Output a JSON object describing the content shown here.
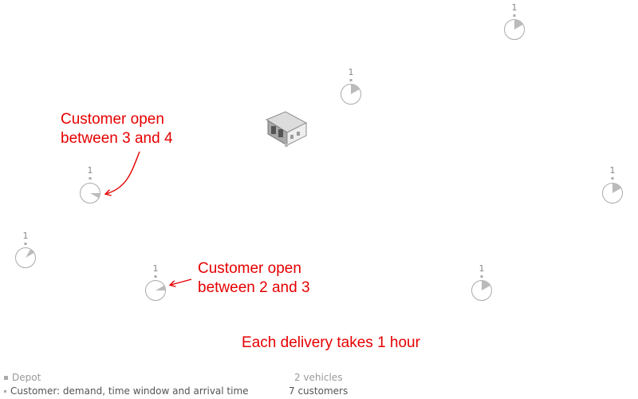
{
  "colors": {
    "annotation": "#e60000",
    "customer_fill": "#ffffff",
    "customer_stroke": "#aaaaaa",
    "window_fill": "#bbbbbb",
    "label": "#888888"
  },
  "icons": {
    "depot": "warehouse-icon",
    "customer": "clock-pie-icon"
  },
  "customers": [
    {
      "id": "c1",
      "demand": "1",
      "window_start_hour": 0,
      "window_end_hour": 2
    },
    {
      "id": "c2",
      "demand": "1",
      "window_start_hour": 0,
      "window_end_hour": 2
    },
    {
      "id": "c3",
      "demand": "1",
      "window_start_hour": 3,
      "window_end_hour": 4
    },
    {
      "id": "c4",
      "demand": "1",
      "window_start_hour": 0,
      "window_end_hour": 2
    },
    {
      "id": "c5",
      "demand": "1",
      "window_start_hour": 1,
      "window_end_hour": 2
    },
    {
      "id": "c6",
      "demand": "1",
      "window_start_hour": 2,
      "window_end_hour": 3
    },
    {
      "id": "c7",
      "demand": "1",
      "window_start_hour": 0,
      "window_end_hour": 2
    }
  ],
  "annotations": {
    "customer_3_4_line1": "Customer open",
    "customer_3_4_line2": "between 3 and 4",
    "customer_2_3_line1": "Customer open",
    "customer_2_3_line2": "between 2 and 3",
    "delivery_duration": "Each delivery takes 1 hour"
  },
  "legend": {
    "depot": "Depot",
    "customer": "Customer: demand, time window and arrival time",
    "vehicles": "2 vehicles",
    "customers_count": "7 customers"
  }
}
